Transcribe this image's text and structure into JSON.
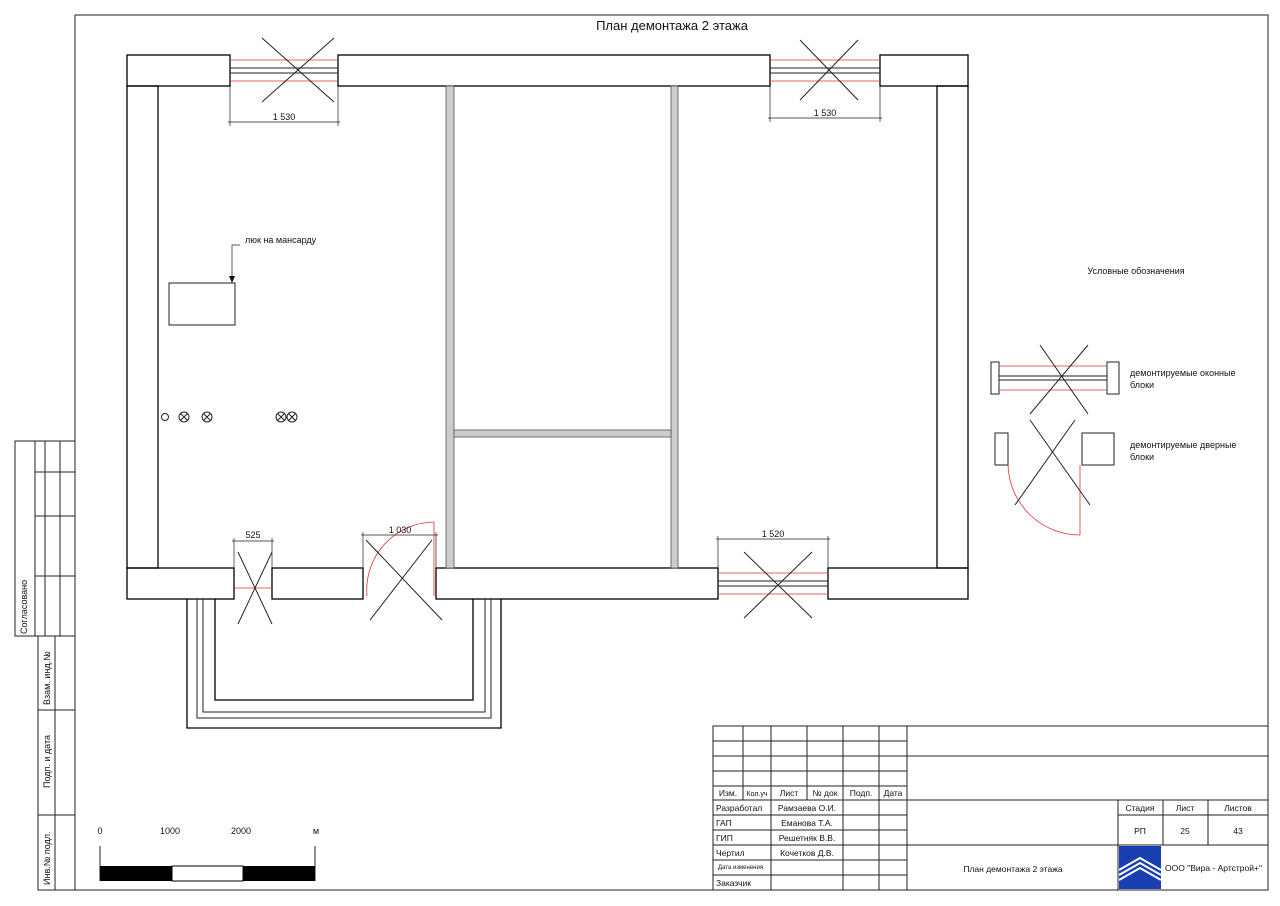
{
  "title": "План демонтажа 2 этажа",
  "plan": {
    "dims": {
      "top_left_window": "1 530",
      "top_right_window": "1 530",
      "bottom_door_small": "525",
      "bottom_door": "1 030",
      "bottom_window": "1 520"
    },
    "hatch_label": "люк на мансарду"
  },
  "legend": {
    "title": "Условные обозначения",
    "items": [
      {
        "line1": "демонтируемые оконные",
        "line2": "блоки"
      },
      {
        "line1": "демонтируемые дверные",
        "line2": "блоки"
      }
    ]
  },
  "scale": {
    "labels": [
      "0",
      "1000",
      "2000",
      "м"
    ]
  },
  "side_stamp": {
    "agreed": "Согласовано",
    "ref": "Взам. инд.№",
    "sign_date": "Подп. и дата",
    "inv": "Инв.№ подл."
  },
  "title_block": {
    "headers": [
      "Изм.",
      "Кол.уч",
      "Лист",
      "№ док",
      "Подп.",
      "Дата"
    ],
    "roles": [
      {
        "role": "Разработал",
        "name": "Рамзаева О.И."
      },
      {
        "role": "ГАП",
        "name": "Еманова Т.А."
      },
      {
        "role": "ГИП",
        "name": "Решетняк В.В."
      },
      {
        "role": "Чертил",
        "name": "Кочетков Д.В."
      },
      {
        "role": "Дата изменения",
        "name": ""
      },
      {
        "role": "Заказчик",
        "name": ""
      }
    ],
    "sheet_title": "План демонтажа 2 этажа",
    "stage_label": "Стадия",
    "sheet_label": "Лист",
    "sheets_label": "Листов",
    "stage": "РП",
    "sheet": "25",
    "sheets": "43",
    "company": "ООО \"Вира - Артстрой+\"",
    "logo_color": "#1a3fb0"
  }
}
